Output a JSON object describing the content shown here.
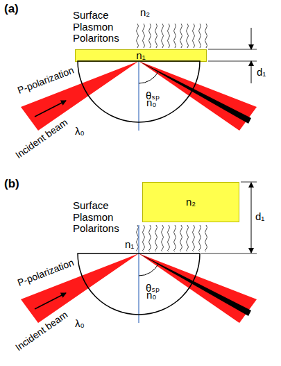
{
  "diagram": {
    "nodes": [
      {
        "text": [
          "n₁"
        ]
      },
      {
        "text": [
          "n₀"
        ]
      },
      {
        "text": [
          "n₂"
        ]
      },
      {
        "text": [
          "n₀"
        ]
      }
    ],
    "labels": [
      "(a)",
      "Surface Plasmon Polaritons",
      "n₂",
      "d₁",
      "P-polarization",
      "Incident beam",
      "λ₀",
      "θₛₚ",
      "(b)",
      "Surface Plasmon Polaritons",
      "n₁",
      "d₁",
      "P-polarization",
      "Incident beam",
      "λ₀",
      "θₛₚ"
    ]
  }
}
